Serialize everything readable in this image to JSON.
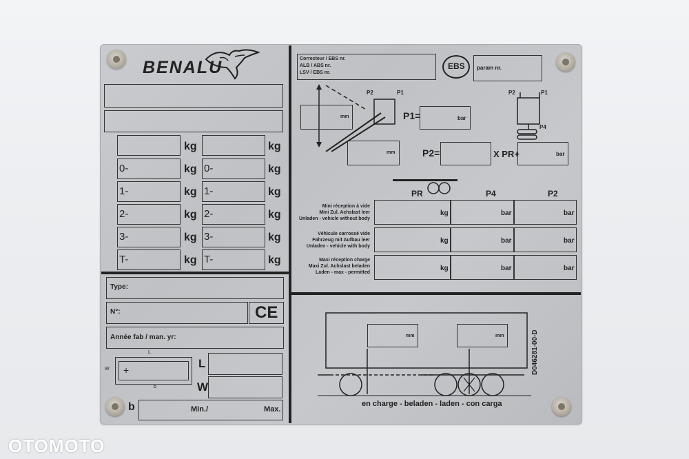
{
  "brand": {
    "name": "BENALU"
  },
  "weights": {
    "unit": "kg",
    "rows": [
      "",
      "0-",
      "1-",
      "2-",
      "3-",
      "T-"
    ]
  },
  "ident": {
    "type_label": "Type:",
    "number_label": "N°:",
    "year_label": "Année fab / man. yr:",
    "ce_mark": "CE"
  },
  "dims": {
    "L": "L",
    "W": "W",
    "l": "L",
    "w": "W",
    "b_small": "b",
    "b": "b",
    "min": "Min./",
    "max": "Max."
  },
  "ebs": {
    "corrector_lines": [
      "Correcteur / EBS nr.",
      "ALB / ABS nr.",
      "LSV / EBS nr."
    ],
    "logo": "EBS",
    "param_label": "param nr.",
    "p1_label": "P1=",
    "p2_label": "P2=",
    "xpr_label": "X PR+",
    "mm": "mm",
    "bar": "bar",
    "diagram_p1": "P1",
    "diagram_p2": "P2",
    "diagram_p4": "P4"
  },
  "pressure_table": {
    "headers": [
      "PR",
      "P4",
      "P2"
    ],
    "units": [
      "kg",
      "bar",
      "bar"
    ],
    "rows": [
      [
        "Mini réception à vide",
        "Mini Zul. Achslast leer",
        "Unladen - vehicle without body"
      ],
      [
        "Véhicule carrossé vide",
        "Fahrzeug mit Aufbau leer",
        "Unladen - vehicle with body"
      ],
      [
        "Maxi réception charge",
        "Maxi Zul. Achslast beladen",
        "Laden - max - permitted"
      ]
    ]
  },
  "trailer": {
    "caption": "en charge - beladen - laden - con carga",
    "mm": "mm",
    "serial": "D046281-00-D"
  },
  "watermark": "OTOMOTO",
  "colors": {
    "plate": "#c4c6ca",
    "ink": "#222222",
    "background": "#eceef1"
  }
}
